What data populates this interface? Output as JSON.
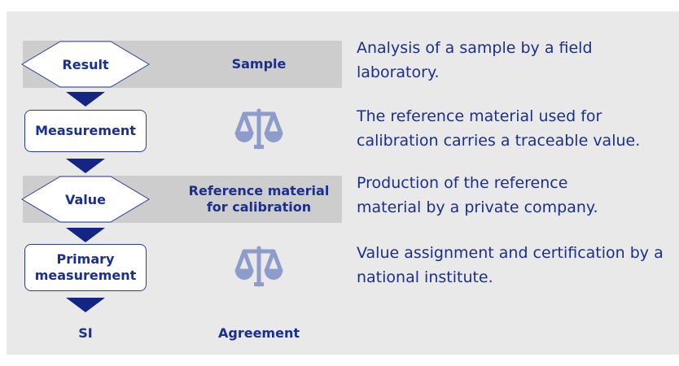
{
  "flow": {
    "result_label": "Result",
    "measurement_label": "Measurement",
    "value_label": "Value",
    "primary_measurement_label": "Primary\nmeasurement",
    "si_label": "SI"
  },
  "right_column": {
    "sample_label": "Sample",
    "reference_material_label": "Reference material\nfor calibration",
    "agreement_label": "Agreement"
  },
  "descriptions": [
    "Analysis of a sample by a field laboratory.",
    "The reference material used for calibration carries a traceable value.",
    "Production of the reference material by a private company.",
    "Value assignment and certification by a national institute."
  ],
  "colors": {
    "text": "#1a2f8f",
    "arrow": "#132683",
    "band": "#cdcdcd",
    "panel": "#e9e9e9",
    "scale_icon": "#8e9ccc"
  }
}
